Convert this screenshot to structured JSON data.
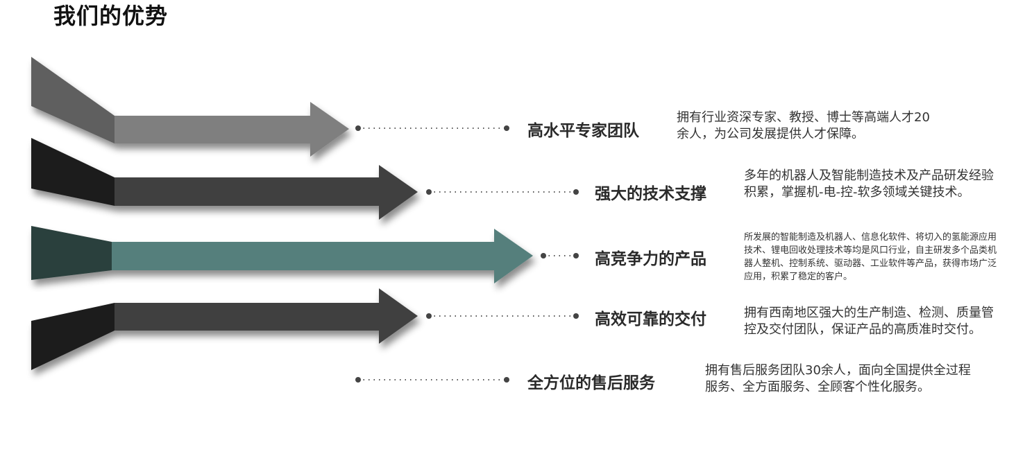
{
  "title": "我们的优势",
  "colors": {
    "arrow_gray": "#7f7f7f",
    "arrow_dark": "#404040",
    "arrow_teal": "#557f7c",
    "wedge_gray": "#5f5f5f",
    "wedge_dark": "#1f1f1f",
    "wedge_teal": "#2b3f3c"
  },
  "items": [
    {
      "title": "高水平专家团队",
      "description": "拥有行业资深专家、教授、博士等高端人才20余人，为公司发展提供人才保障。"
    },
    {
      "title": "强大的技术支撑",
      "description": "多年的机器人及智能制造技术及产品研发经验积累，掌握机-电-控-软多领域关键技术。"
    },
    {
      "title": "高竞争力的产品",
      "description": "所发展的智能制造及机器人、信息化软件、将切入的氢能源应用技术、锂电回收处理技术等均是风口行业，自主研发多个品类机器人整机、控制系统、驱动器、工业软件等产品，获得市场广泛应用，积累了稳定的客户。"
    },
    {
      "title": "高效可靠的交付",
      "description": "拥有西南地区强大的生产制造、检测、质量管控及交付团队，保证产品的高质准时交付。"
    },
    {
      "title": "全方位的售后服务",
      "description": "拥有售后服务团队30余人，面向全国提供全过程服务、全方面服务、全顾客个性化服务。"
    }
  ]
}
